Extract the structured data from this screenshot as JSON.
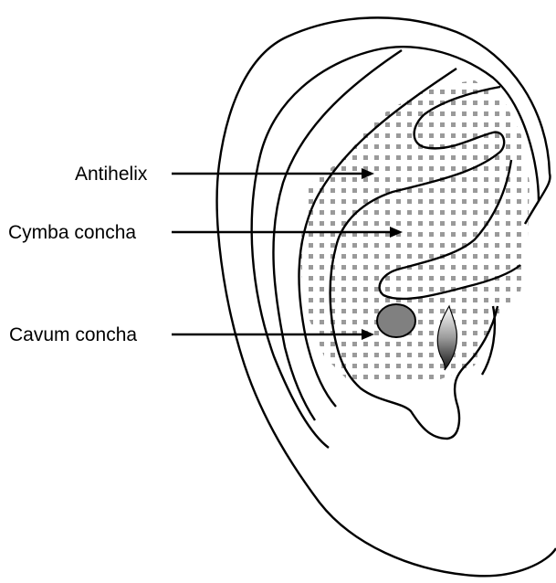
{
  "labels": {
    "antihelix": "Antihelix",
    "cymba_concha": "Cymba concha",
    "cavum_concha": "Cavum concha"
  },
  "colors": {
    "outline": "#000000",
    "dots": "#9a9a9a",
    "stimulation_point": "#808080"
  }
}
